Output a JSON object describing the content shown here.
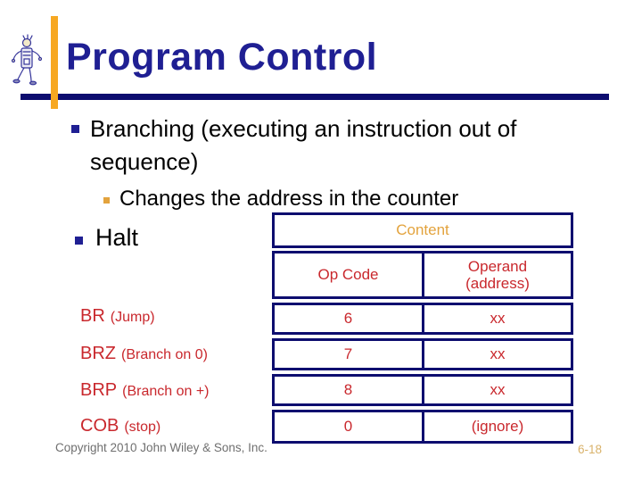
{
  "title": "Program Control",
  "bullets": {
    "branching": "Branching (executing an instruction out of sequence)",
    "changes": "Changes the address in the counter",
    "halt": "Halt"
  },
  "instructions": [
    {
      "mnemonic": "BR",
      "note": "(Jump)"
    },
    {
      "mnemonic": "BRZ",
      "note": "(Branch on 0)"
    },
    {
      "mnemonic": "BRP",
      "note": "(Branch on +)"
    },
    {
      "mnemonic": "COB",
      "note": "(stop)"
    }
  ],
  "table": {
    "title": "Content",
    "columns": [
      "Op Code",
      "Operand (address)"
    ],
    "rows": [
      {
        "op_code": "6",
        "operand": "xx"
      },
      {
        "op_code": "7",
        "operand": "xx"
      },
      {
        "op_code": "8",
        "operand": "xx"
      },
      {
        "op_code": "0",
        "operand": "(ignore)"
      }
    ]
  },
  "footer": {
    "copyright": "Copyright 2010 John Wiley & Sons, Inc.",
    "page_number": "6-18"
  },
  "icons": {
    "logo": "walking-robot-logo"
  },
  "colors": {
    "title_navy": "#1F1F93",
    "border_navy": "#0D0D6F",
    "accent_orange": "#F7A822",
    "gold_text": "#E3A33D",
    "red_text": "#C9282D",
    "footer_gray": "#6F6F6F",
    "page_tan": "#D9B26A"
  }
}
